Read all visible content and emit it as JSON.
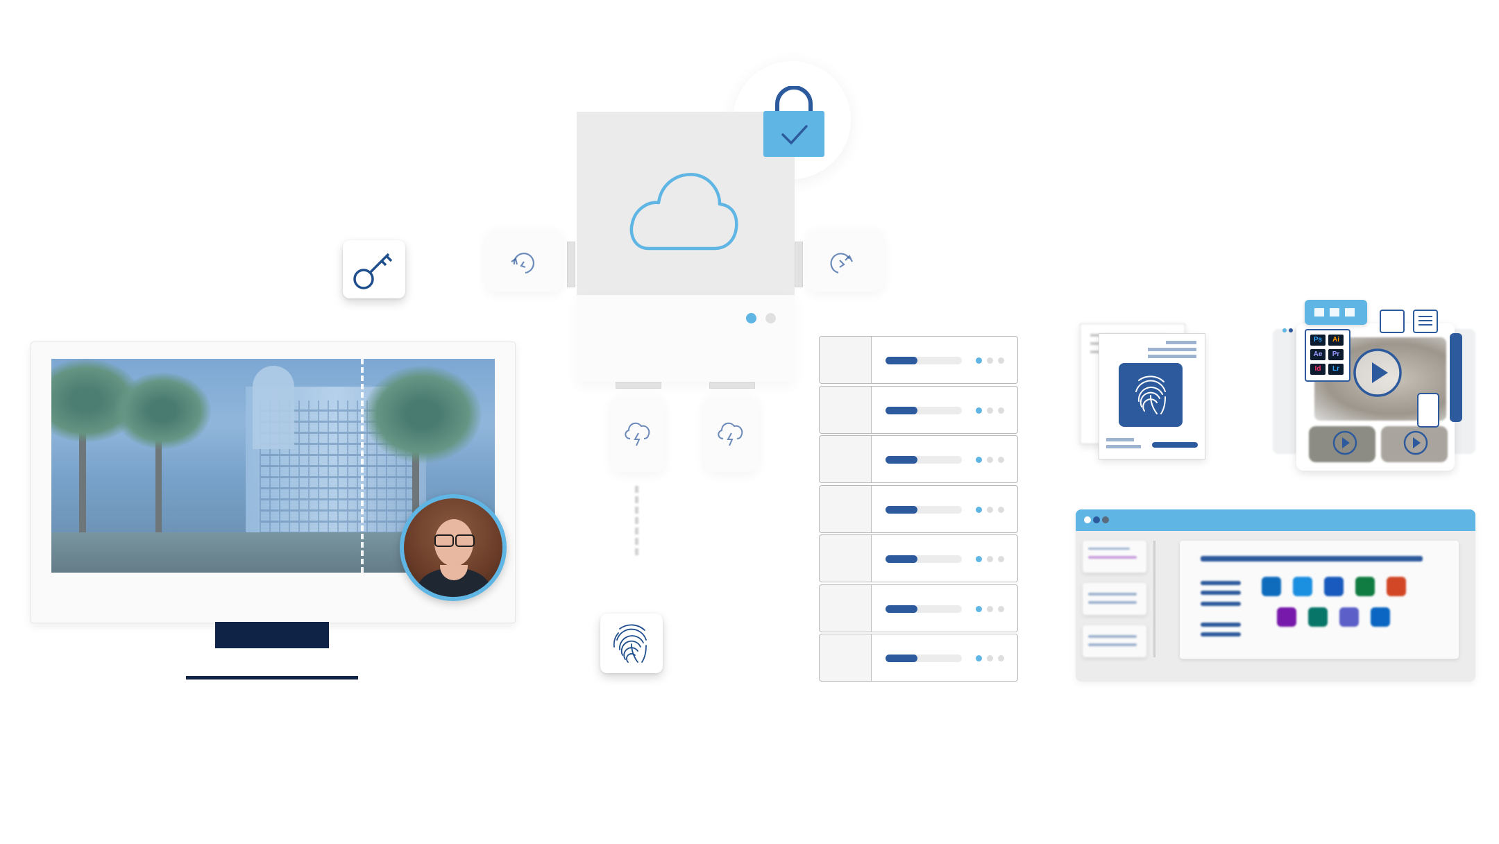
{
  "colors": {
    "navy": "#0e2346",
    "accent_blue": "#2d5a9c",
    "sky_blue": "#5fb5e3",
    "panel_gray": "#ebebeb",
    "led_inactive": "#dddddd"
  },
  "icons": [
    "padlock-check-icon",
    "cloud-icon",
    "key-icon",
    "loop-arrow-icon",
    "storm-cloud-icon",
    "fingerprint-icon",
    "play-icon",
    "adobe-apps-icon",
    "office-apps-icon",
    "avatar"
  ],
  "adobe_grid": [
    "Ps",
    "Ai",
    "Ae",
    "Pr",
    "Id",
    "Lr"
  ],
  "servers": [
    {
      "fill": 0.42
    },
    {
      "fill": 0.42
    },
    {
      "fill": 0.42
    },
    {
      "fill": 0.42
    },
    {
      "fill": 0.42
    },
    {
      "fill": 0.42
    },
    {
      "fill": 0.42
    }
  ],
  "office_app_colors": [
    "#0f6cbd",
    "#1b8fe0",
    "#185abd",
    "#107c41",
    "#d24726",
    "#7719aa",
    "#077568",
    "#5b5fc7",
    "#0a66c2"
  ]
}
